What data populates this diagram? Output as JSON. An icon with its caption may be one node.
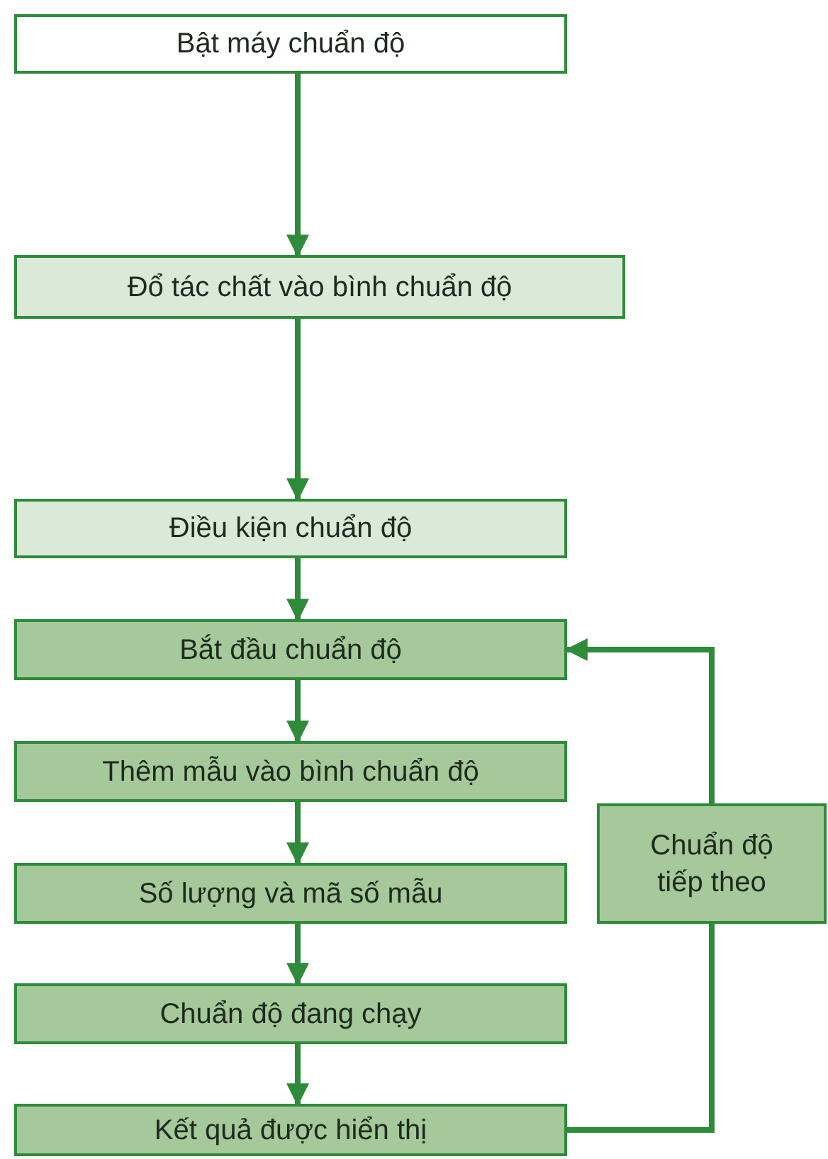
{
  "diagram": {
    "nodes": [
      {
        "text": [
          "Bật máy chuẩn độ"
        ]
      },
      {
        "text": [
          "Đổ tác chất vào bình chuẩn độ"
        ]
      },
      {
        "text": [
          "Điều kiện chuẩn độ"
        ]
      },
      {
        "text": [
          "Bắt đầu chuẩn độ"
        ]
      },
      {
        "text": [
          "Thêm mẫu vào bình chuẩn độ"
        ]
      },
      {
        "text": [
          "Số lượng và mã số mẫu"
        ]
      },
      {
        "text": [
          "Chuẩn độ đang chạy"
        ]
      },
      {
        "text": [
          "Kết quả được hiển thị"
        ]
      },
      {
        "text": [
          "Chuẩn độ tiếp theo"
        ]
      }
    ],
    "edges": [
      {
        "from": 0,
        "to": 1,
        "arrow": "to"
      },
      {
        "from": 1,
        "to": 2,
        "arrow": "to"
      },
      {
        "from": 2,
        "to": 3,
        "arrow": "to"
      },
      {
        "from": 3,
        "to": 4,
        "arrow": "to"
      },
      {
        "from": 4,
        "to": 5,
        "arrow": "to"
      },
      {
        "from": 5,
        "to": 6,
        "arrow": "to"
      },
      {
        "from": 6,
        "to": 7,
        "arrow": "to"
      },
      {
        "from": 7,
        "to": 8,
        "arrow": "none"
      },
      {
        "from": 8,
        "to": 3,
        "arrow": "to"
      }
    ]
  }
}
